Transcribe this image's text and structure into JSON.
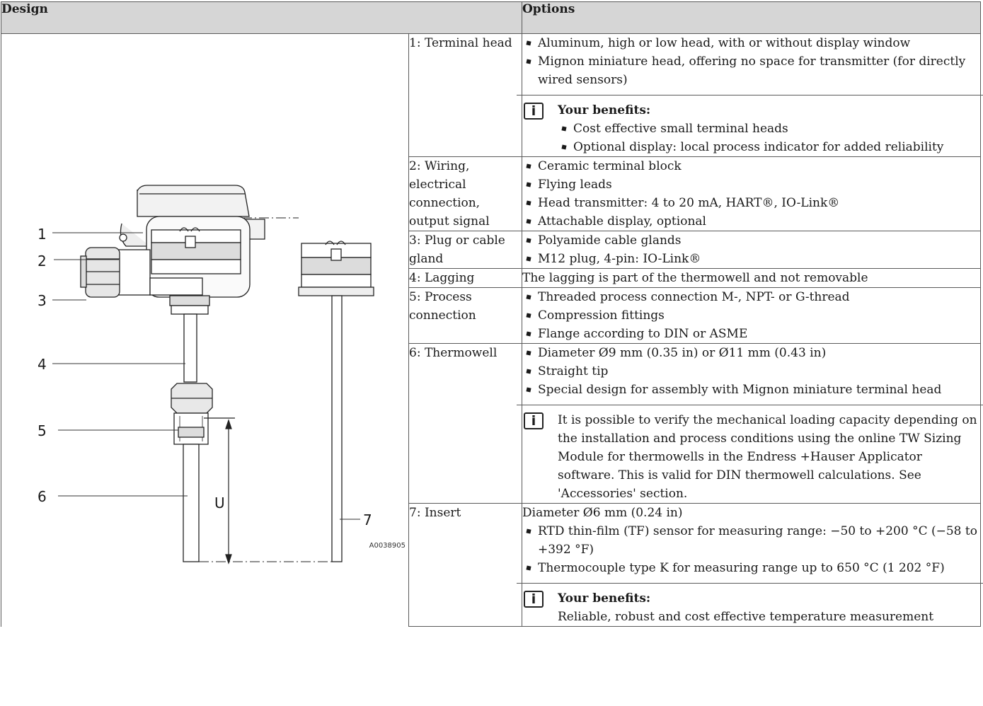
{
  "header": {
    "design": "Design",
    "options": "Options"
  },
  "figure": {
    "callouts": [
      "1",
      "2",
      "3",
      "4",
      "5",
      "6",
      "7"
    ],
    "dimension": "U",
    "id": "A0038905"
  },
  "rows": [
    {
      "component": "1: Terminal head",
      "bullets": [
        "Aluminum, high or low head, with or without display window",
        "Mignon miniature head, offering no space for transmitter (for directly wired sensors)"
      ],
      "note": {
        "icon": "info-icon",
        "title": "Your benefits:",
        "bullets": [
          "Cost effective small terminal heads",
          "Optional display: local process indicator for added reliability"
        ]
      }
    },
    {
      "component": "2: Wiring, electrical connection, output signal",
      "bullets": [
        "Ceramic terminal block",
        "Flying leads",
        "Head transmitter: 4 to 20 mA, HART®, IO-Link®",
        "Attachable display, optional"
      ]
    },
    {
      "component": "3: Plug or cable gland",
      "bullets": [
        "Polyamide cable glands",
        "M12 plug, 4-pin: IO-Link®"
      ]
    },
    {
      "component": "4: Lagging",
      "text": "The lagging is part of the thermowell and not removable"
    },
    {
      "component": "5: Process connection",
      "bullets": [
        "Threaded process connection M-, NPT- or G-thread",
        "Compression fittings",
        "Flange according to DIN or ASME"
      ]
    },
    {
      "component": "6: Thermowell",
      "bullets": [
        "Diameter Ø9 mm (0.35 in) or Ø11 mm (0.43 in)",
        "Straight tip",
        "Special design for assembly with Mignon miniature terminal head"
      ],
      "note": {
        "icon": "info-icon",
        "text": "It is possible to verify the mechanical loading capacity depending on the installation and process conditions using the online TW Sizing Module for thermowells in the Endress +Hauser Applicator software. This is valid for DIN thermowell calculations. See 'Accessories' section."
      }
    },
    {
      "component": "7: Insert",
      "text": "Diameter Ø6 mm (0.24 in)",
      "bullets": [
        "RTD thin-film (TF) sensor for measuring range: −50 to +200 °C (−58 to +392 °F)",
        "Thermocouple type K for measuring range up to 650 °C (1 202 °F)"
      ],
      "note": {
        "icon": "info-icon",
        "title": "Your benefits:",
        "text": "Reliable, robust and cost effective temperature measurement"
      }
    }
  ]
}
